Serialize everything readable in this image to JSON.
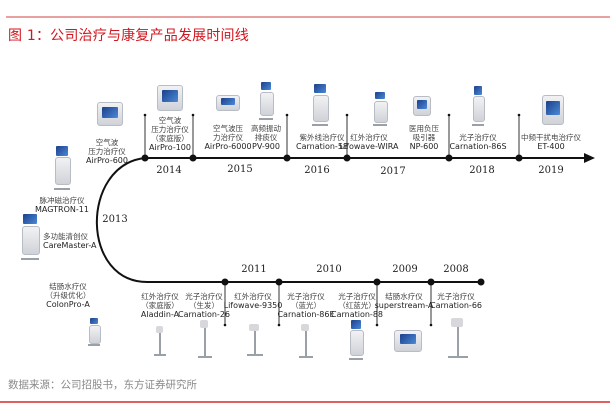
{
  "title": "图 1：公司治疗与康复产品发展时间线",
  "source": "数据来源：公司招股书，东方证券研究所",
  "colors": {
    "accent": "#d0161e",
    "line": "#111111"
  },
  "years_upper": [
    "2014",
    "2015",
    "2016",
    "2017",
    "2018",
    "2019"
  ],
  "year_curve": "2013",
  "years_lower": [
    "2011",
    "2010",
    "2009",
    "2008"
  ],
  "products_upper": [
    {
      "desc": [
        "空气波",
        "压力治疗仪"
      ],
      "name": "AirPro-600"
    },
    {
      "desc": [
        "空气波",
        "压力治疗仪",
        "（家庭版）"
      ],
      "name": "AirPro-100"
    },
    {
      "desc": [
        "空气波压",
        "力治疗仪"
      ],
      "name": "AirPro-6000"
    },
    {
      "desc": [
        "高频振动",
        "排痰仪"
      ],
      "name": "PV-900"
    },
    {
      "desc": [
        "紫外线治疗仪"
      ],
      "name": "Carnation-58"
    },
    {
      "desc": [
        "红外治疗仪"
      ],
      "name": "Lifowave-WIRA"
    },
    {
      "desc": [
        "医用负压",
        "吸引器"
      ],
      "name": "NP-600"
    },
    {
      "desc": [
        "光子治疗仪"
      ],
      "name": "Carnation-86S"
    },
    {
      "desc": [
        "中频干扰电治疗仪"
      ],
      "name": "ET-400"
    }
  ],
  "products_left": [
    {
      "desc": [
        "脉冲磁治疗仪"
      ],
      "name": "MAGTRON-11"
    },
    {
      "desc": [
        "多功能清创仪"
      ],
      "name": "CareMaster-A"
    }
  ],
  "products_lower": [
    {
      "desc": [
        "结肠水疗仪",
        "（升级优化）"
      ],
      "name": "ColonPro-A"
    },
    {
      "desc": [
        "红外治疗仪",
        "（家庭版）"
      ],
      "name": "Aladdin-A"
    },
    {
      "desc": [
        "光子治疗仪",
        "（生发）"
      ],
      "name": "Carnation-26"
    },
    {
      "desc": [
        "红外治疗仪"
      ],
      "name": "Lifowave-9350"
    },
    {
      "desc": [
        "光子治疗仪",
        "（蓝光）"
      ],
      "name": "Carnation-86E"
    },
    {
      "desc": [
        "光子治疗仪",
        "（红蓝光）"
      ],
      "name": "Carnation-88"
    },
    {
      "desc": [
        "结肠水疗仪"
      ],
      "name": "superstream-A"
    },
    {
      "desc": [
        "光子治疗仪"
      ],
      "name": "Carnation-66"
    }
  ]
}
